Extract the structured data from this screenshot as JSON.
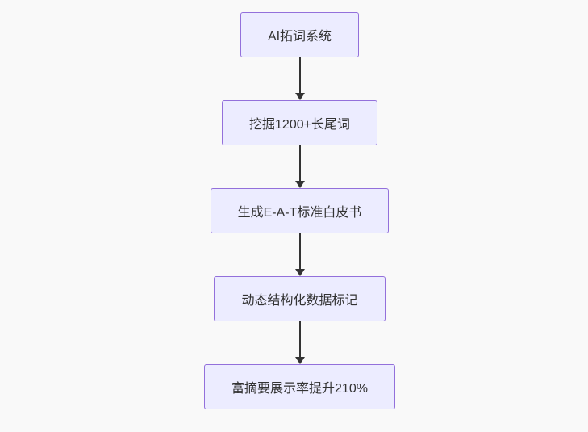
{
  "diagram": {
    "type": "flowchart",
    "direction": "top-down",
    "nodes": [
      {
        "id": "node-1",
        "label": "AI拓词系统"
      },
      {
        "id": "node-2",
        "label": "挖掘1200+长尾词"
      },
      {
        "id": "node-3",
        "label": "生成E-A-T标准白皮书"
      },
      {
        "id": "node-4",
        "label": "动态结构化数据标记"
      },
      {
        "id": "node-5",
        "label": "富摘要展示率提升210%"
      }
    ],
    "edges": [
      {
        "from": "node-1",
        "to": "node-2",
        "arrow": "down"
      },
      {
        "from": "node-2",
        "to": "node-3",
        "arrow": "down"
      },
      {
        "from": "node-3",
        "to": "node-4",
        "arrow": "down"
      },
      {
        "from": "node-4",
        "to": "node-5",
        "arrow": "down"
      }
    ],
    "colors": {
      "background": "#f9f9f9",
      "node_fill": "#ececff",
      "node_border": "#9370db",
      "edge": "#333333",
      "text": "#333333"
    }
  }
}
